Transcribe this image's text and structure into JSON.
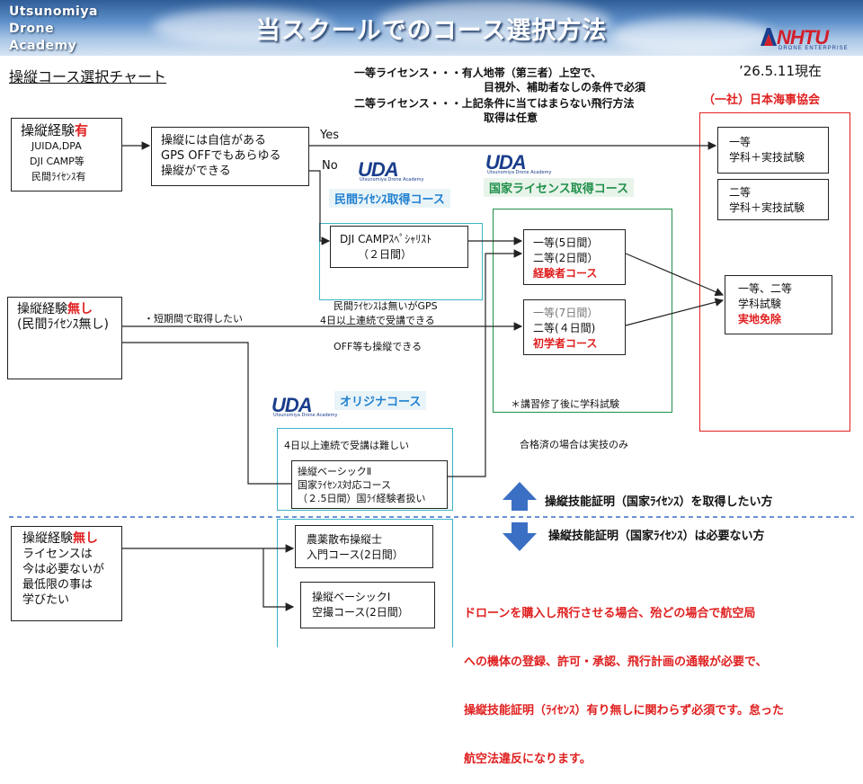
{
  "header": {
    "brand_lines": [
      "Utsunomiya",
      "Drone",
      "Academy"
    ],
    "title": "当スクールでのコース選択方法",
    "logo": "NHTU",
    "logo_sub": "DRONE ENTERPRISE"
  },
  "subtitle": "操縦コース選択チャート",
  "notes": {
    "line1": "一等ライセンス・・・有人地帯（第三者）上空で、",
    "line2": "目視外、補助者なしの条件で必須",
    "line3": "二等ライセンス・・・上記条件に当てはまらない飛行方法",
    "line4": "取得は任意"
  },
  "date": "’26.5.11現在",
  "association": "（一社）日本海事協会",
  "labels": {
    "yes": "Yes",
    "no": "No",
    "short_term": "・短期間で取得したい",
    "four_days": "4日以上連続で受講できる",
    "four_days_hard": "4日以上連続で受講は難しい",
    "minkan_course": "民間ﾗｲｾﾝｽ取得コース",
    "kokka_course": "国家ライセンス取得コース",
    "original_course": "オリジナコース",
    "gps_note_1": "民間ﾗｲｾﾝｽは無いがGPS",
    "gps_note_2": "OFF等も操縦できる",
    "exam_note_1": "＊講習修了後に学科試験",
    "exam_note_2": "合格済の場合は実技のみ",
    "want_cert": "操縦技能証明（国家ﾗｲｾﾝｽ）を取得したい方",
    "no_cert": "操縦技能証明（国家ﾗｲｾﾝｽ）は必要ない方"
  },
  "uda": {
    "mark": "UDA",
    "sub": "Utsunomiya Drone Academy"
  },
  "boxes": {
    "exp_yes_title": "操縦経験",
    "exp_yes_mark": "有",
    "exp_yes_l1": "JUIDA,DPA",
    "exp_yes_l2": "DJI CAMP等",
    "exp_yes_l3": "民間ﾗｲｾﾝｽ有",
    "confident_l1": "操縦には自信がある",
    "confident_l2": "GPS OFFでもあらゆる",
    "confident_l3": "操縦ができる",
    "grade1_l1": "一等",
    "grade1_l2": "学科＋実技試験",
    "grade2_l1": "二等",
    "grade2_l2": "学科＋実技試験",
    "djicamp_l1": "DJI CAMPｽﾍﾟｼｬﾘｽﾄ",
    "djicamp_l2": "（２日間）",
    "exp_course_l1": "一等(5日間）",
    "exp_course_l2": "二等(2日間）",
    "exp_course_l3": "経験者コース",
    "beg_course_l1": "一等(7日間）",
    "beg_course_l2": "二等(４日間)",
    "beg_course_l3": "初学者コース",
    "exempt_l1": "一等、二等",
    "exempt_l2": "学科試験",
    "exempt_l3": "実地免除",
    "exp_no_title": "操縦経験",
    "exp_no_mark": "無し",
    "exp_no_l2": "(民間ﾗｲｾﾝｽ無し)",
    "basic2_l1": "操縦ベーシックⅡ",
    "basic2_l2": "国家ﾗｲｾﾝｽ対応コース",
    "basic2_l3": "（２.5日間）国ﾗｲ経験者扱い",
    "exp_none_title": "操縦経験",
    "exp_none_mark": "無し",
    "exp_none_l2": "ライセンスは",
    "exp_none_l3": "今は必要ないが",
    "exp_none_l4": "最低限の事は",
    "exp_none_l5": "学びたい",
    "agri_l1": "農薬散布操縦士",
    "agri_l2": "入門コース(2日間）",
    "basic1_l1": "操縦ベーシックⅠ",
    "basic1_l2": "空撮コース(2日間）"
  },
  "warning": {
    "l1": "ドローンを購入し飛行させる場合、殆どの場合で航空局",
    "l2": "への機体の登録、許可・承認、飛行計画の通報が必要で、",
    "l3": "操縦技能証明（ﾗｲｾﾝｽ）有り無しに関わらず必須です。怠った",
    "l4": "航空法違反になります。"
  },
  "colors": {
    "red": "#e02020",
    "green": "#1f8f4a",
    "cyan": "#3cb4c8",
    "blue_arrow": "#3a6fc4"
  }
}
